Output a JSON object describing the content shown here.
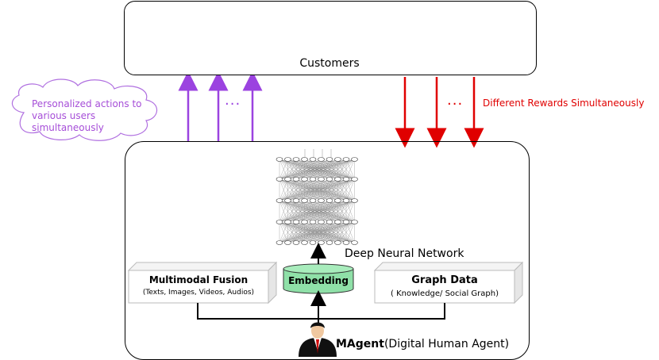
{
  "customers": {
    "label": "Customers"
  },
  "left_annotation": {
    "text": "Personalized actions to various users simultaneously",
    "dots": "..."
  },
  "right_annotation": {
    "text": "Different Rewards Simultaneously",
    "dots": "..."
  },
  "network": {
    "label": "Deep Neural Network"
  },
  "multimodal": {
    "title": "Multimodal Fusion",
    "subtitle": "(Texts, Images, Videos, Audios)"
  },
  "embedding": {
    "label": "Embedding"
  },
  "graph": {
    "title": "Graph Data",
    "subtitle": "( Knowledge/ Social Graph)"
  },
  "agent": {
    "name": "MAgent",
    "description": "(Digital Human Agent)"
  },
  "colors": {
    "purple": "#9b43e0",
    "red": "#e00000",
    "embedding_fill": "#8fe0a8"
  },
  "icons": [
    "shoppers-icon",
    "businessman-icon",
    "cloud-shape",
    "neural-network-icon"
  ]
}
